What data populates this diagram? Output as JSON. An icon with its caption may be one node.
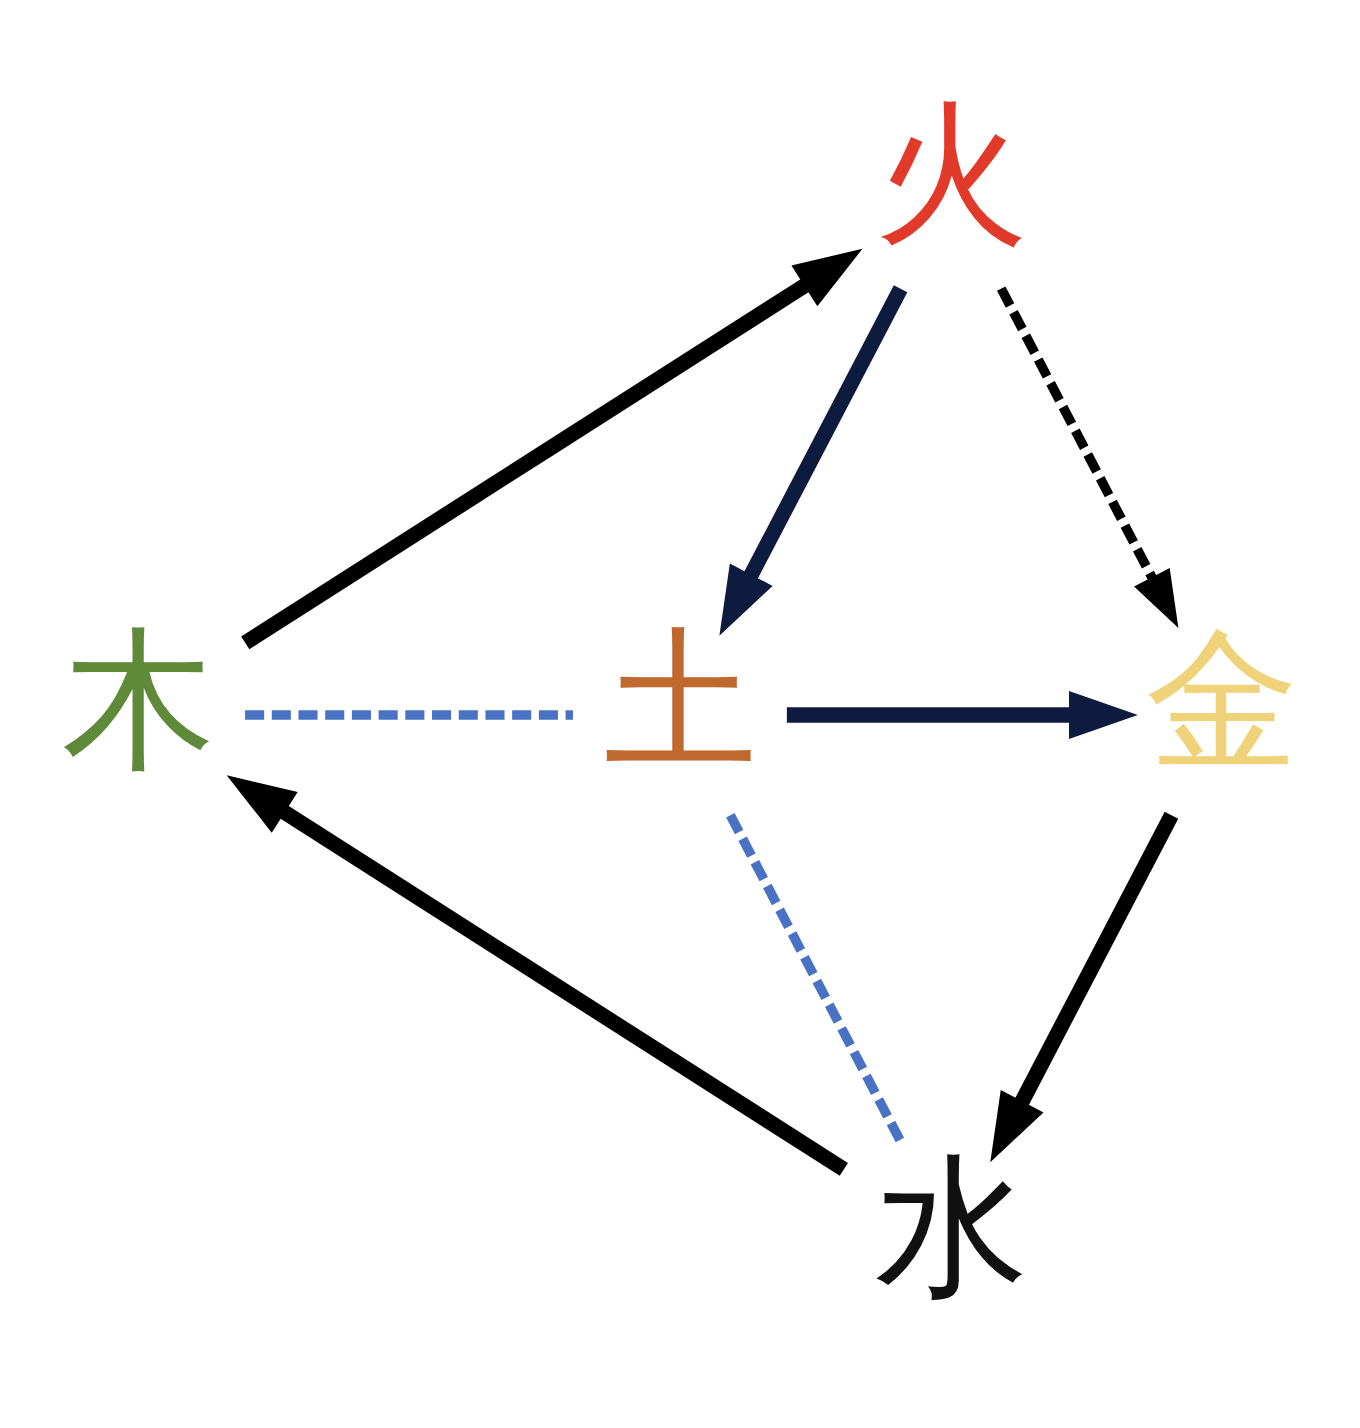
{
  "diagram": {
    "nodes": [
      {
        "text": [
          "火"
        ]
      },
      {
        "text": [
          "木"
        ]
      },
      {
        "text": [
          "土"
        ]
      },
      {
        "text": [
          "金"
        ]
      },
      {
        "text": [
          "水"
        ]
      }
    ],
    "edges": [
      {
        "from": 1,
        "to": 0,
        "arrow": "to"
      },
      {
        "from": 0,
        "to": 3,
        "arrow": "to",
        "style": "dashed"
      },
      {
        "from": 3,
        "to": 4,
        "arrow": "to"
      },
      {
        "from": 4,
        "to": 1,
        "arrow": "to"
      },
      {
        "from": 0,
        "to": 2,
        "arrow": "to",
        "color": "#0d1b3e"
      },
      {
        "from": 2,
        "to": 3,
        "arrow": "to",
        "color": "#0d1b3e"
      },
      {
        "from": 1,
        "to": 2,
        "arrow": "none",
        "style": "dashed",
        "color": "#4a72c4"
      },
      {
        "from": 2,
        "to": 4,
        "arrow": "none",
        "style": "dashed",
        "color": "#4a72c4"
      }
    ]
  }
}
